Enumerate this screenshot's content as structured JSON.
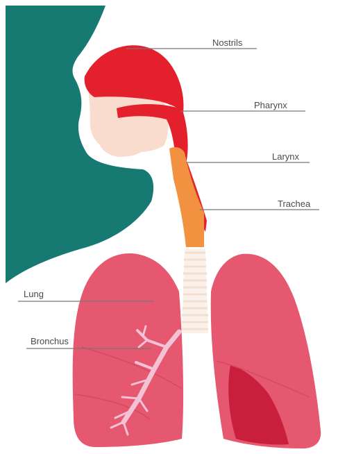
{
  "labels": {
    "nostrils": "Nostrils",
    "pharynx": "Pharynx",
    "larynx": "Larynx",
    "trachea": "Trachea",
    "lung": "Lung",
    "bronchus": "Bronchus"
  },
  "colors": {
    "silhouette": "#167a73",
    "airway": "#e3202c",
    "skin": "#f9dccd",
    "trachea": "#f2913f",
    "lung": "#e6586f",
    "lung_dark": "#c91e3c",
    "bronchi": "#f4c2d5",
    "cartilage": "#eed8c8",
    "leader_line": "#777777",
    "label_text": "#4a4a4a"
  }
}
